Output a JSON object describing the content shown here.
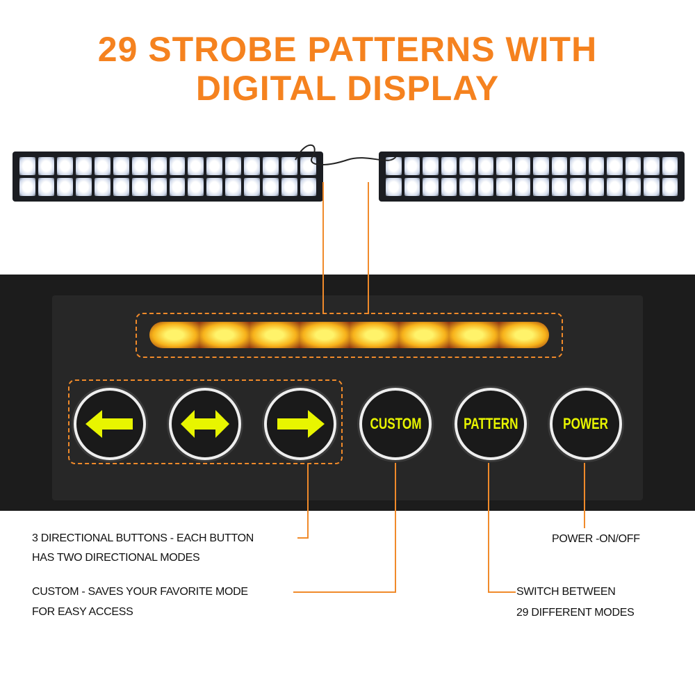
{
  "title": {
    "line1": "29 STROBE PATTERNS WITH",
    "line2": "DIGITAL DISPLAY"
  },
  "buttons": [
    {
      "name": "left-arrow",
      "label": ""
    },
    {
      "name": "both-arrows",
      "label": ""
    },
    {
      "name": "right-arrow",
      "label": ""
    },
    {
      "name": "custom",
      "label": "CUSTOM"
    },
    {
      "name": "pattern",
      "label": "PATTERN"
    },
    {
      "name": "power",
      "label": "POWER"
    }
  ],
  "captions": {
    "directional_1": "3 DIRECTIONAL BUTTONS - EACH BUTTON",
    "directional_2": "HAS TWO DIRECTIONAL MODES",
    "custom_1": "CUSTOM - SAVES YOUR FAVORITE MODE",
    "custom_2": "FOR EASY ACCESS",
    "power": "POWER -ON/OFF",
    "pattern_1": "SWITCH BETWEEN",
    "pattern_2": "29 DIFFERENT MODES"
  },
  "colors": {
    "accent": "#f5821f",
    "button_text": "#e8f500"
  }
}
